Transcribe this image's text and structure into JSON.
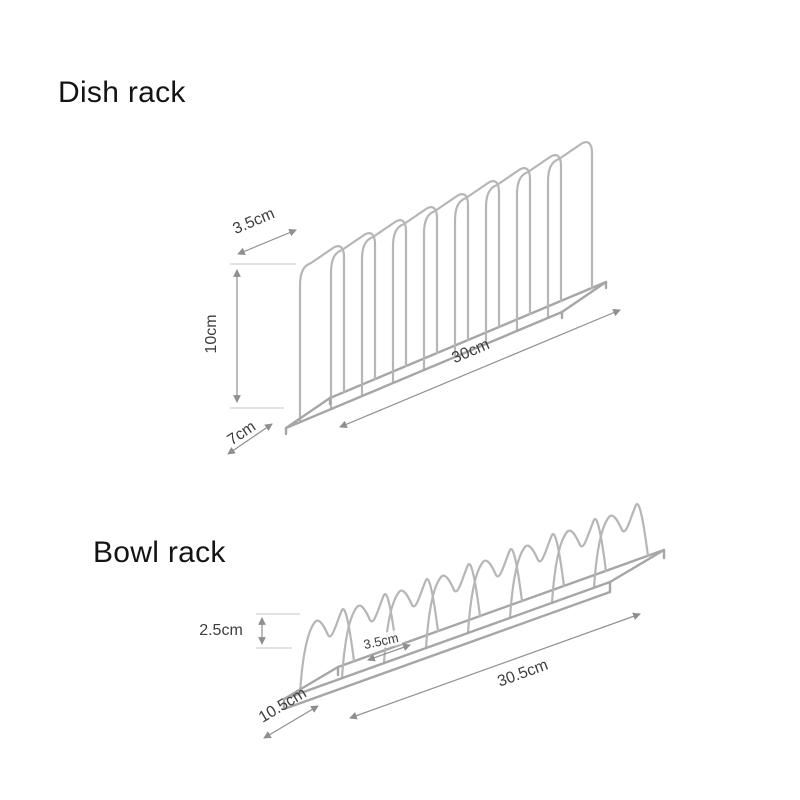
{
  "dish_rack": {
    "title": "Dish rack",
    "dims": {
      "spacing": "3.5cm",
      "height": "10cm",
      "depth": "7cm",
      "length": "30cm"
    }
  },
  "bowl_rack": {
    "title": "Bowl rack",
    "dims": {
      "height": "2.5cm",
      "depth": "10.5cm",
      "spacing": "3.5cm",
      "length": "30.5cm"
    }
  },
  "style": {
    "bg": "#ffffff",
    "title_color": "#141414",
    "text_color": "#3d3d3d",
    "wire_color": "#b6b6b6",
    "rail_color": "#a6a6a6",
    "dim_color": "#8f8f8f"
  }
}
